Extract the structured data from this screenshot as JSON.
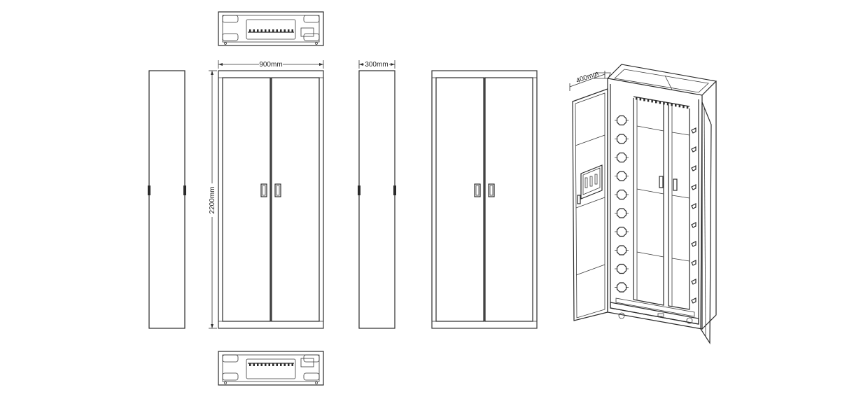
{
  "dimensions": {
    "width": "900mm",
    "height": "2200mm",
    "depth_side": "300mm",
    "depth_iso": "400mm"
  },
  "colors": {
    "line": "#2a2a2a",
    "background": "#ffffff"
  }
}
